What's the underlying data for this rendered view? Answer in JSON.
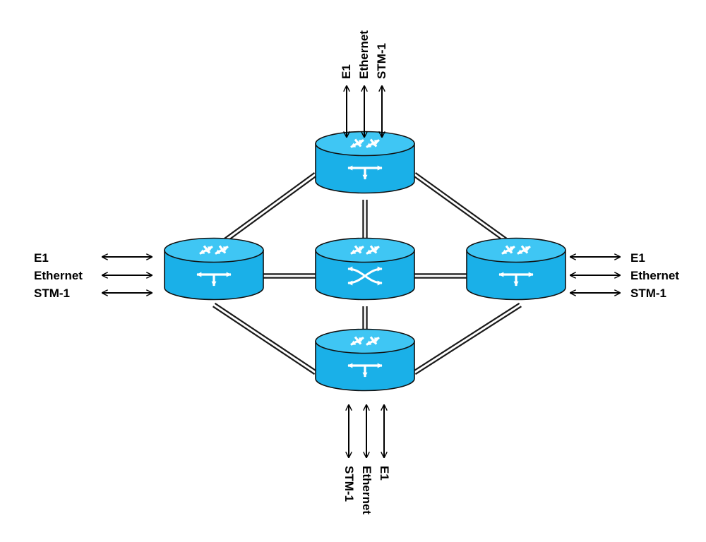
{
  "colors": {
    "node_fill": "#1ab0e8",
    "node_top": "#3fc6f4",
    "node_stroke": "#111111",
    "link": "#1a1a1a",
    "arrow": "#000000",
    "icon": "#ffffff"
  },
  "nodes": {
    "top": {
      "type": "router",
      "icon": "router-icon"
    },
    "left": {
      "type": "router",
      "icon": "router-icon"
    },
    "center": {
      "type": "switch",
      "icon": "cross-connect-icon"
    },
    "right": {
      "type": "router",
      "icon": "router-icon"
    },
    "bottom": {
      "type": "router",
      "icon": "router-icon"
    }
  },
  "interfaces": {
    "top": [
      "E1",
      "Ethernet",
      "STM-1"
    ],
    "left": [
      "E1",
      "Ethernet",
      "STM-1"
    ],
    "right": [
      "E1",
      "Ethernet",
      "STM-1"
    ],
    "bottom": [
      "STM-1",
      "Ethernet",
      "E1"
    ]
  }
}
